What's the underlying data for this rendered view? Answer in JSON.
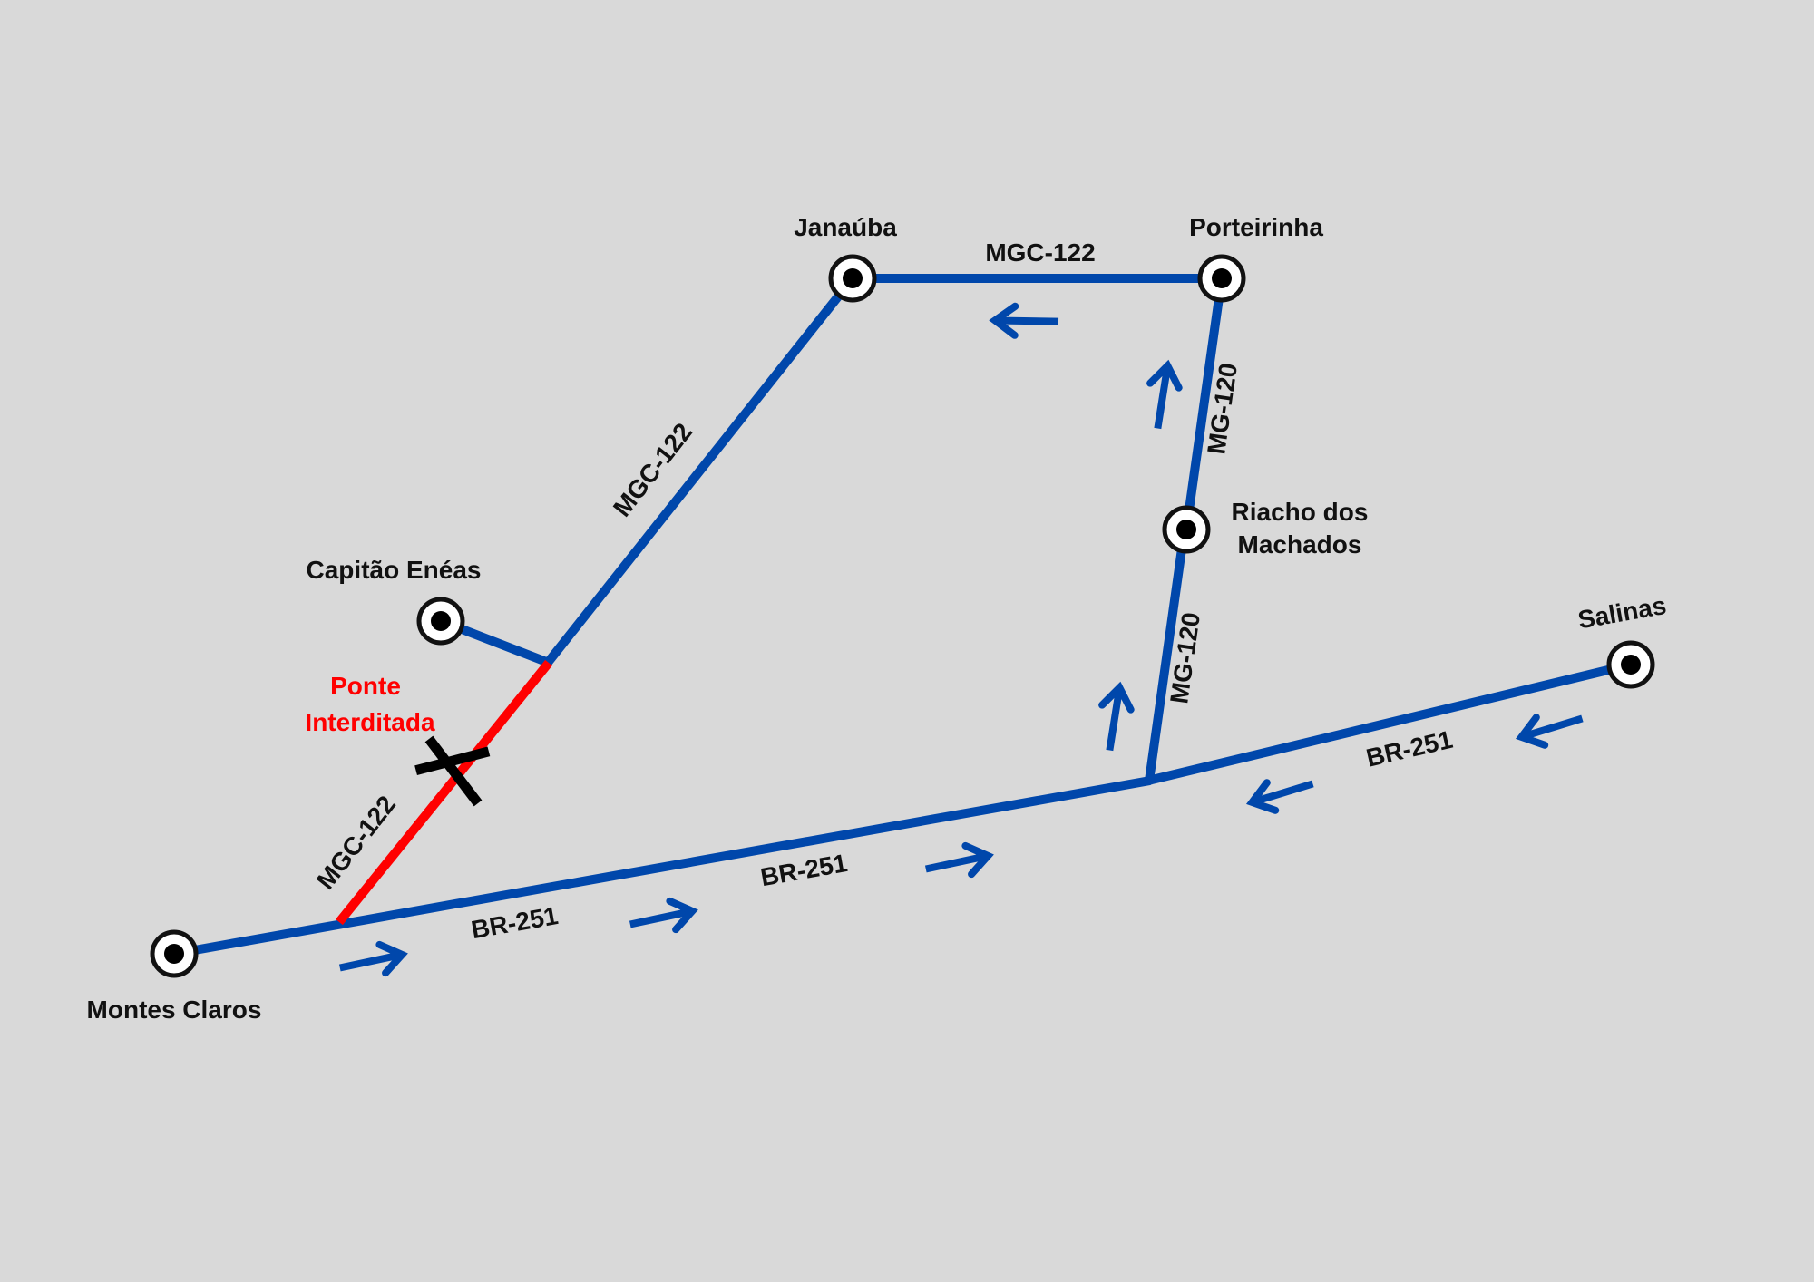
{
  "colors": {
    "background": "#d9d9d9",
    "road": "#0047ab",
    "closed_road": "#ff0000",
    "closure_mark": "#000000",
    "warning_text": "#ff0000",
    "label": "#111111"
  },
  "cities": {
    "janauba": "Janaúba",
    "porteirinha": "Porteirinha",
    "riacho_line1": "Riacho dos",
    "riacho_line2": "Machados",
    "capitao_eneas": "Capitão Enéas",
    "salinas": "Salinas",
    "montes_claros": "Montes Claros"
  },
  "roads": {
    "mgc122_top": "MGC-122",
    "mgc122_diag": "MGC-122",
    "mgc122_lower": "MGC-122",
    "mg120_upper": "MG-120",
    "mg120_lower": "MG-120",
    "br251_a": "BR-251",
    "br251_b": "BR-251",
    "br251_c": "BR-251"
  },
  "closure": {
    "line1": "Ponte",
    "line2": "Interditada"
  },
  "icons": {
    "city": "city-marker-icon",
    "closure": "road-closed-x-icon",
    "direction": "direction-arrow-icon"
  }
}
